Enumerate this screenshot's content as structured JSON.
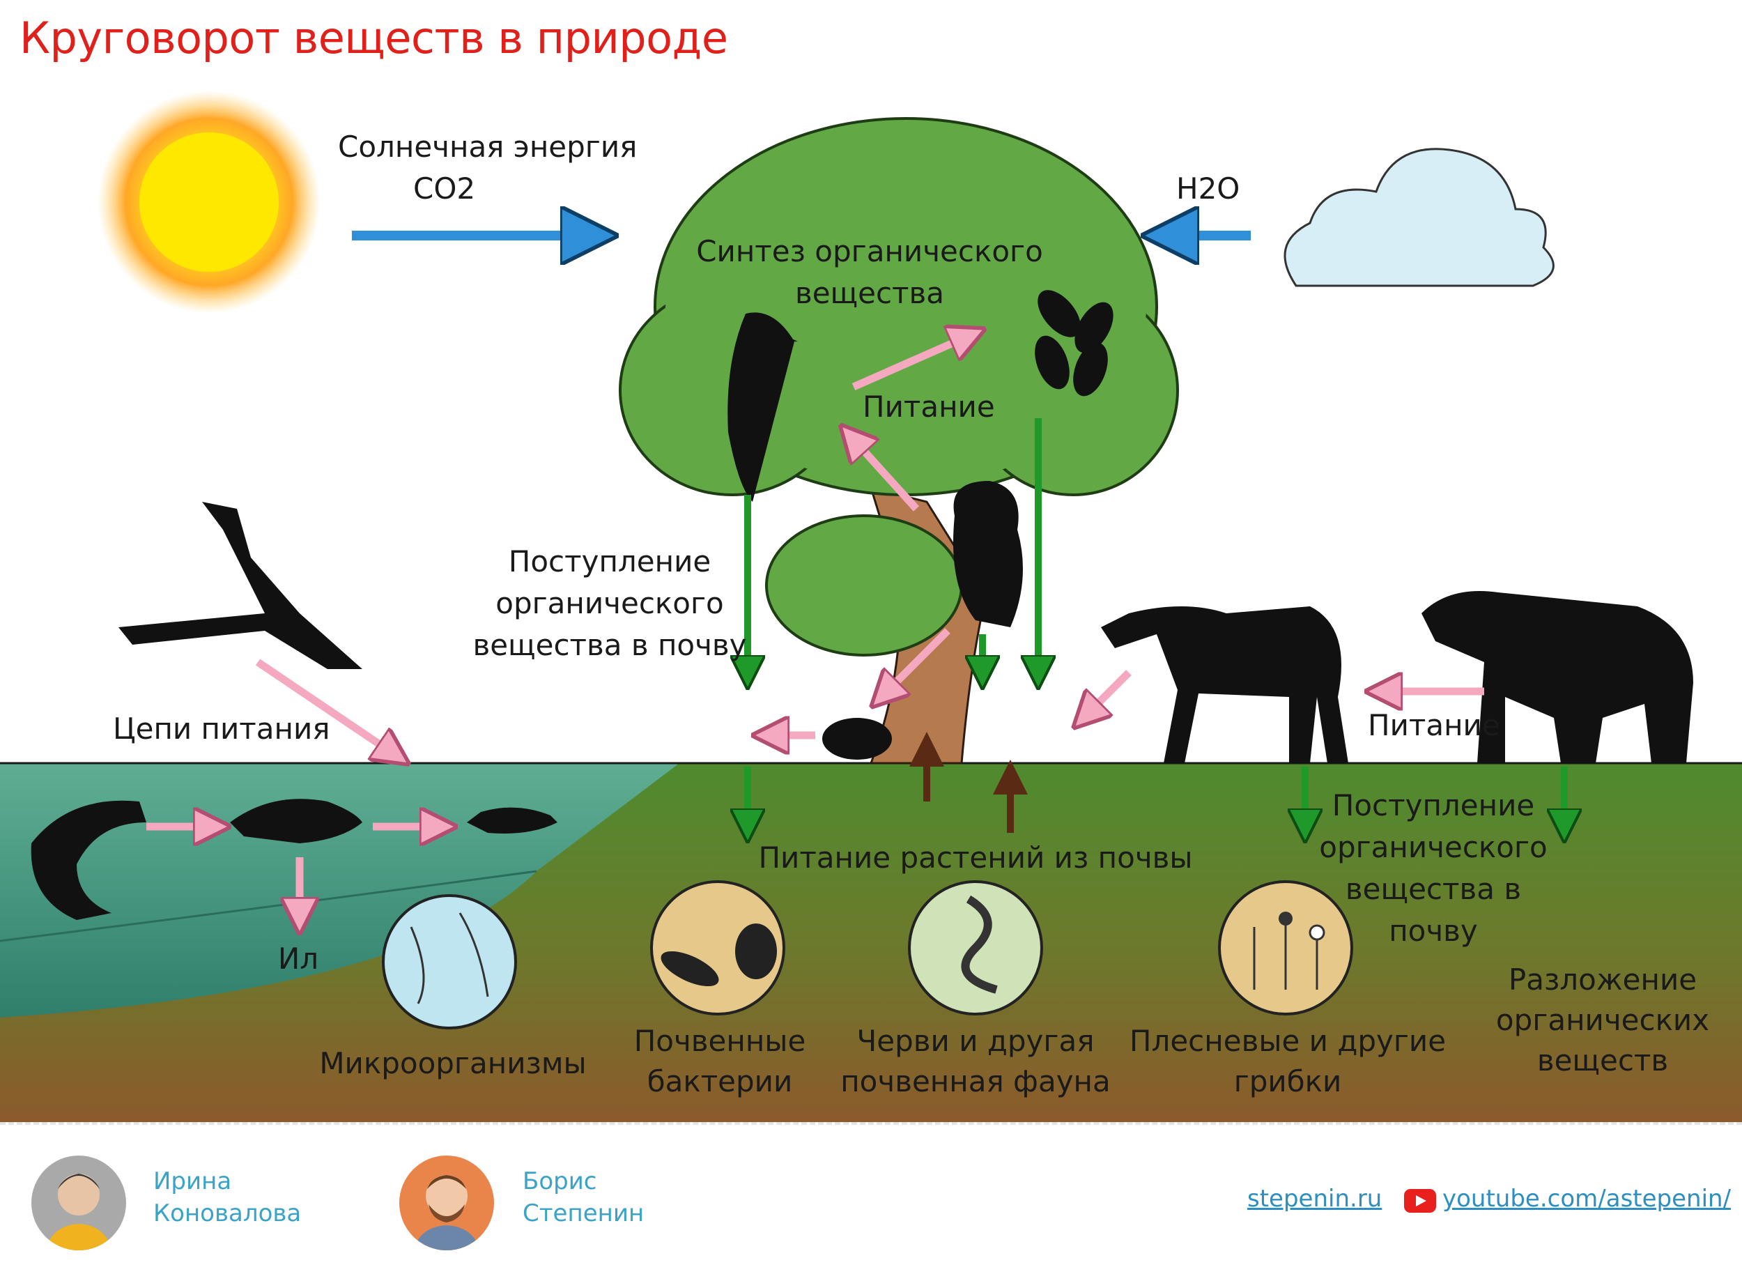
{
  "title": "Круговорот веществ в природе",
  "labels": {
    "solar_energy": "Солнечная энергия",
    "co2": "CO2",
    "h2o": "H2O",
    "synthesis_line1": "Синтез органического",
    "synthesis_line2": "вещества",
    "nutrition_tree": "Питание",
    "entry_left_line1": "Поступление",
    "entry_left_line2": "органического",
    "entry_left_line3": "вещества в почву",
    "food_chains": "Цепи питания",
    "nutrition_bear": "Питание",
    "plant_nutrition": "Питание растений из почвы",
    "entry_right_line1": "Поступление",
    "entry_right_line2": "органического",
    "entry_right_line3": "вещества в",
    "entry_right_line4": "почву",
    "silt": "Ил",
    "microorganisms": "Микроорганизмы",
    "soil_bacteria_line1": "Почвенные",
    "soil_bacteria_line2": "бактерии",
    "worms_line1": "Черви и другая",
    "worms_line2": "почвенная фауна",
    "molds_line1": "Плесневые и другие",
    "molds_line2": "грибки",
    "decomposition_line1": "Разложение",
    "decomposition_line2": "органических",
    "decomposition_line3": "веществ"
  },
  "footer": {
    "author1_first": "Ирина",
    "author1_last": "Коновалова",
    "author2_first": "Борис",
    "author2_last": "Степенин",
    "site_link": "stepenin.ru",
    "youtube_link": "youtube.com/astepenin/"
  },
  "colors": {
    "title": "#e0201b",
    "blue_arrow": "#2f8fd8",
    "green_arrow": "#1f9a2a",
    "pink_arrow": "#f5a9c0",
    "brown_arrow": "#5a2a14",
    "tree_green": "#62a845",
    "water": "#3f9a82",
    "soil_top": "#4e8a2e",
    "soil_bottom": "#8a5a2c"
  },
  "icons": [
    "sun-icon",
    "cloud-icon",
    "tree-icon",
    "woodpecker-icon",
    "owl-icon",
    "leaves-icon",
    "crane-icon",
    "pike-icon",
    "fish-icon",
    "small-fish-icon",
    "moose-icon",
    "bear-icon",
    "mouse-icon",
    "bacteria-circle-icon",
    "worms-circle-icon",
    "fungi-circle-icon",
    "microorganisms-circle-icon",
    "youtube-icon"
  ]
}
